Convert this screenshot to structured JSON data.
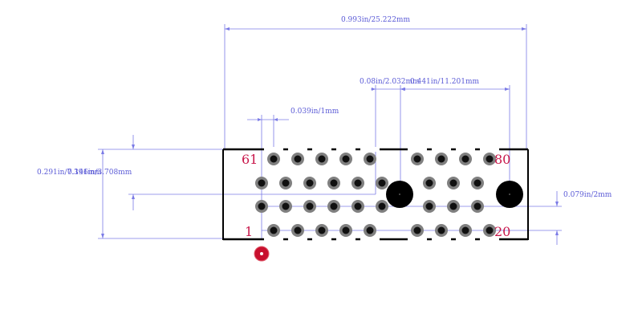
{
  "dimensions": {
    "overall_width": "0.993in/25.222mm",
    "pin_pitch_row": "0.08in/2.032mm",
    "mount_hole_spacing": "0.441in/11.201mm",
    "pin_offset": "0.039in/1mm",
    "overall_height": "0.291in/7.391mm",
    "row_span": "0.146in/3.708mm",
    "edge_offset": "0.079in/2mm"
  },
  "pin_labels": {
    "top_left": "61",
    "top_right": "80",
    "bottom_left": "1",
    "bottom_right": "20"
  },
  "colors": {
    "dimension": "#7b7be6",
    "outline": "#000000",
    "pin_label": "#c8174a",
    "pad_ring": "#808080",
    "pin1_marker": "#c8102e"
  }
}
